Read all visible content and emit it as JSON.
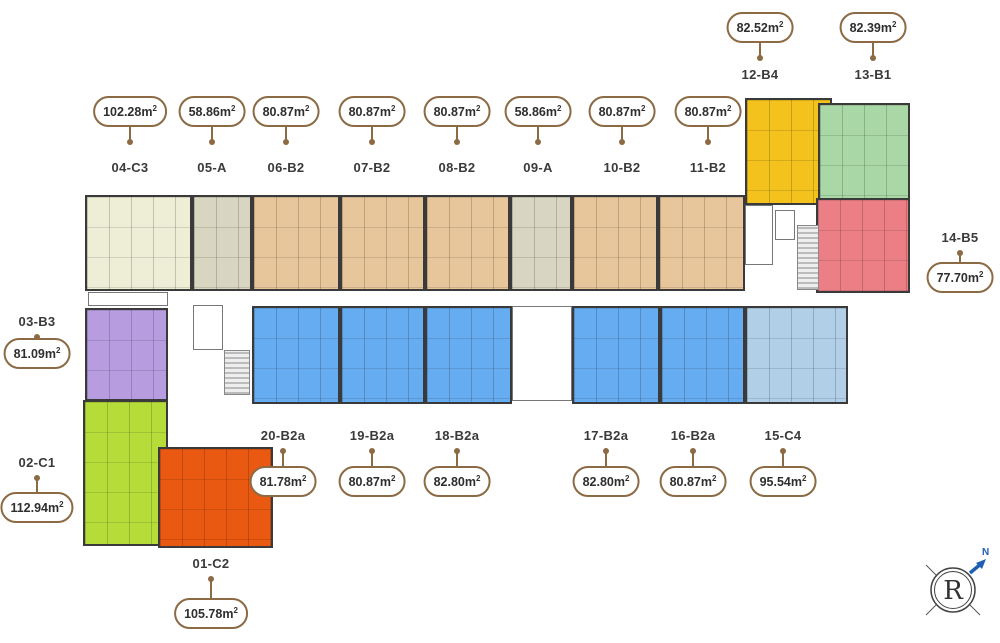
{
  "units": [
    {
      "id": "04-C3",
      "area": "102.28m",
      "color": "#eeeed6"
    },
    {
      "id": "05-A",
      "area": "58.86m",
      "color": "#d8d5c0"
    },
    {
      "id": "06-B2",
      "area": "80.87m",
      "color": "#e8c69c"
    },
    {
      "id": "07-B2",
      "area": "80.87m",
      "color": "#e8c69c"
    },
    {
      "id": "08-B2",
      "area": "80.87m",
      "color": "#e8c69c"
    },
    {
      "id": "09-A",
      "area": "58.86m",
      "color": "#d8d5c0"
    },
    {
      "id": "10-B2",
      "area": "80.87m",
      "color": "#e8c69c"
    },
    {
      "id": "11-B2",
      "area": "80.87m",
      "color": "#e8c69c"
    },
    {
      "id": "12-B4",
      "area": "82.52m",
      "color": "#f3c21c"
    },
    {
      "id": "13-B1",
      "area": "82.39m",
      "color": "#a9d8a6"
    },
    {
      "id": "14-B5",
      "area": "77.70m",
      "color": "#ec7e86"
    },
    {
      "id": "15-C4",
      "area": "95.54m",
      "color": "#b2cfe8"
    },
    {
      "id": "16-B2a",
      "area": "80.87m",
      "color": "#66acf0"
    },
    {
      "id": "17-B2a",
      "area": "82.80m",
      "color": "#66acf0"
    },
    {
      "id": "18-B2a",
      "area": "82.80m",
      "color": "#66acf0"
    },
    {
      "id": "19-B2a",
      "area": "80.87m",
      "color": "#66acf0"
    },
    {
      "id": "20-B2a",
      "area": "81.78m",
      "color": "#66acf0"
    },
    {
      "id": "03-B3",
      "area": "81.09m",
      "color": "#b79ce0"
    },
    {
      "id": "02-C1",
      "area": "112.94m",
      "color": "#b6dc3a"
    },
    {
      "id": "01-C2",
      "area": "105.78m",
      "color": "#ea5912"
    }
  ],
  "area_unit_sup": "2",
  "compass": {
    "north_label": "N",
    "logo_letter": "R",
    "accent": "#1e5fb4"
  }
}
